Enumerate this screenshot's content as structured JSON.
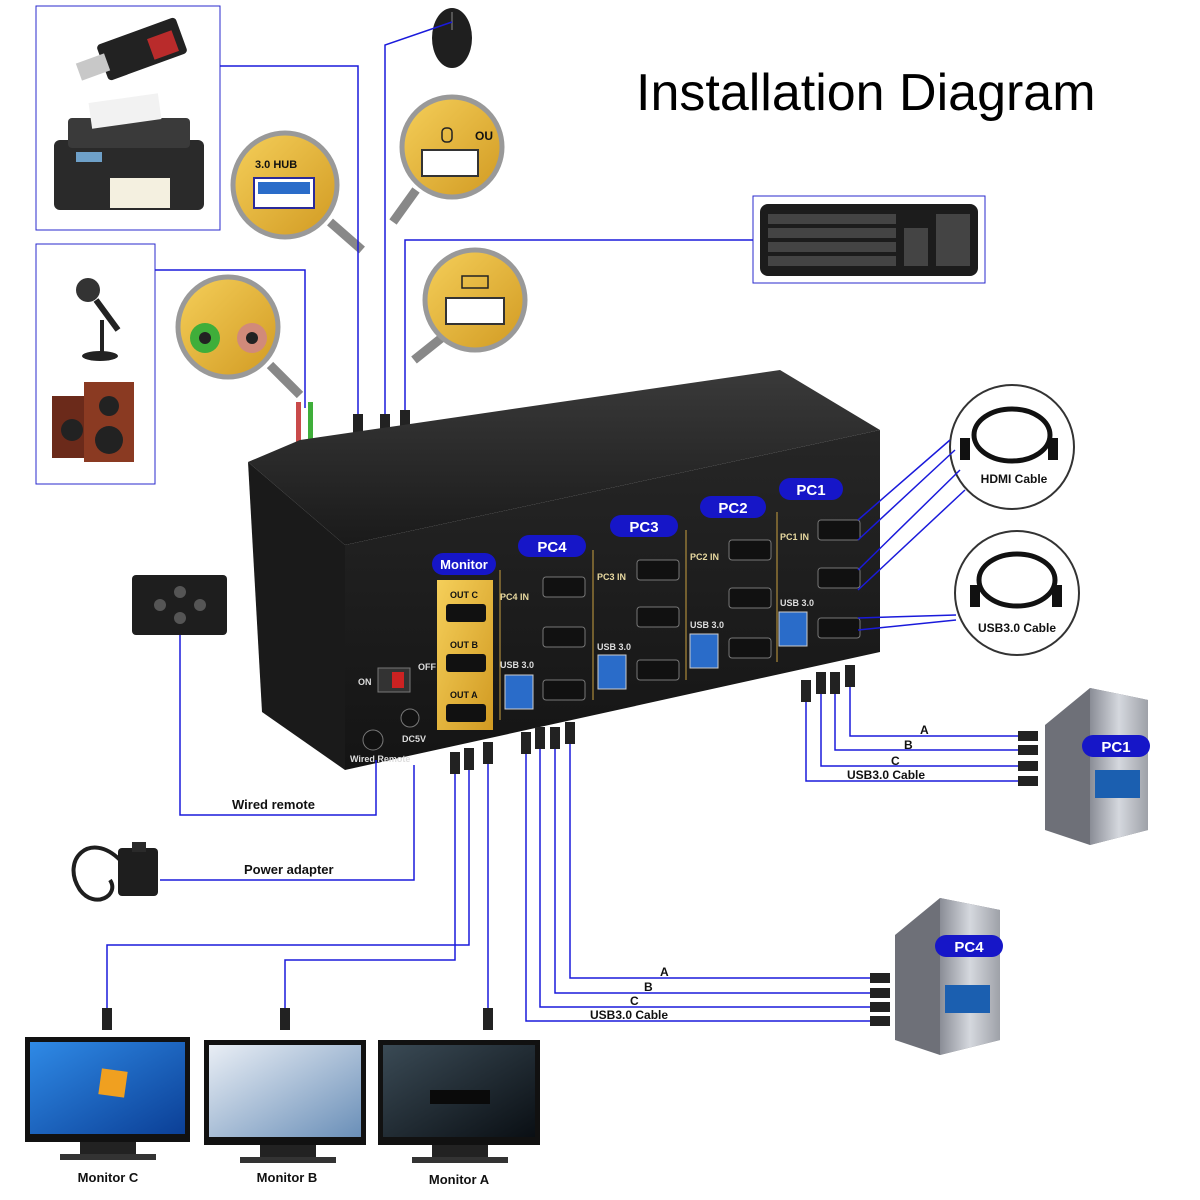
{
  "title": "Installation Diagram",
  "device": {
    "pc_labels": [
      "PC4",
      "PC3",
      "PC2",
      "PC1"
    ],
    "monitor_label": "Monitor",
    "out_labels": [
      "OUT C",
      "OUT B",
      "OUT A"
    ],
    "in_labels": [
      "PC4 IN",
      "PC3 IN",
      "PC2 IN",
      "PC1 IN"
    ],
    "usb_label": "USB 3.0",
    "switch_on": "ON",
    "switch_off": "OFF",
    "dc_label": "DC5V",
    "wired_remote_port": "Wired Remote"
  },
  "magnifiers": {
    "hub_label": "3.0 HUB",
    "mouse_label": "OU"
  },
  "cables": {
    "hdmi": "HDMI Cable",
    "usb": "USB3.0 Cable"
  },
  "connections": {
    "wired_remote": "Wired remote",
    "power_adapter": "Power adapter",
    "pc1_lines": [
      "A",
      "B",
      "C",
      "USB3.0 Cable"
    ],
    "pc4_lines": [
      "A",
      "B",
      "C",
      "USB3.0 Cable"
    ]
  },
  "computers": {
    "pc1": "PC1",
    "pc4": "PC4"
  },
  "monitors": [
    "Monitor C",
    "Monitor B",
    "Monitor A"
  ],
  "colors": {
    "line": "#1a1adb",
    "pill": "#1616c8",
    "gold": "#e6b53a",
    "device": "#1c1c1c"
  }
}
